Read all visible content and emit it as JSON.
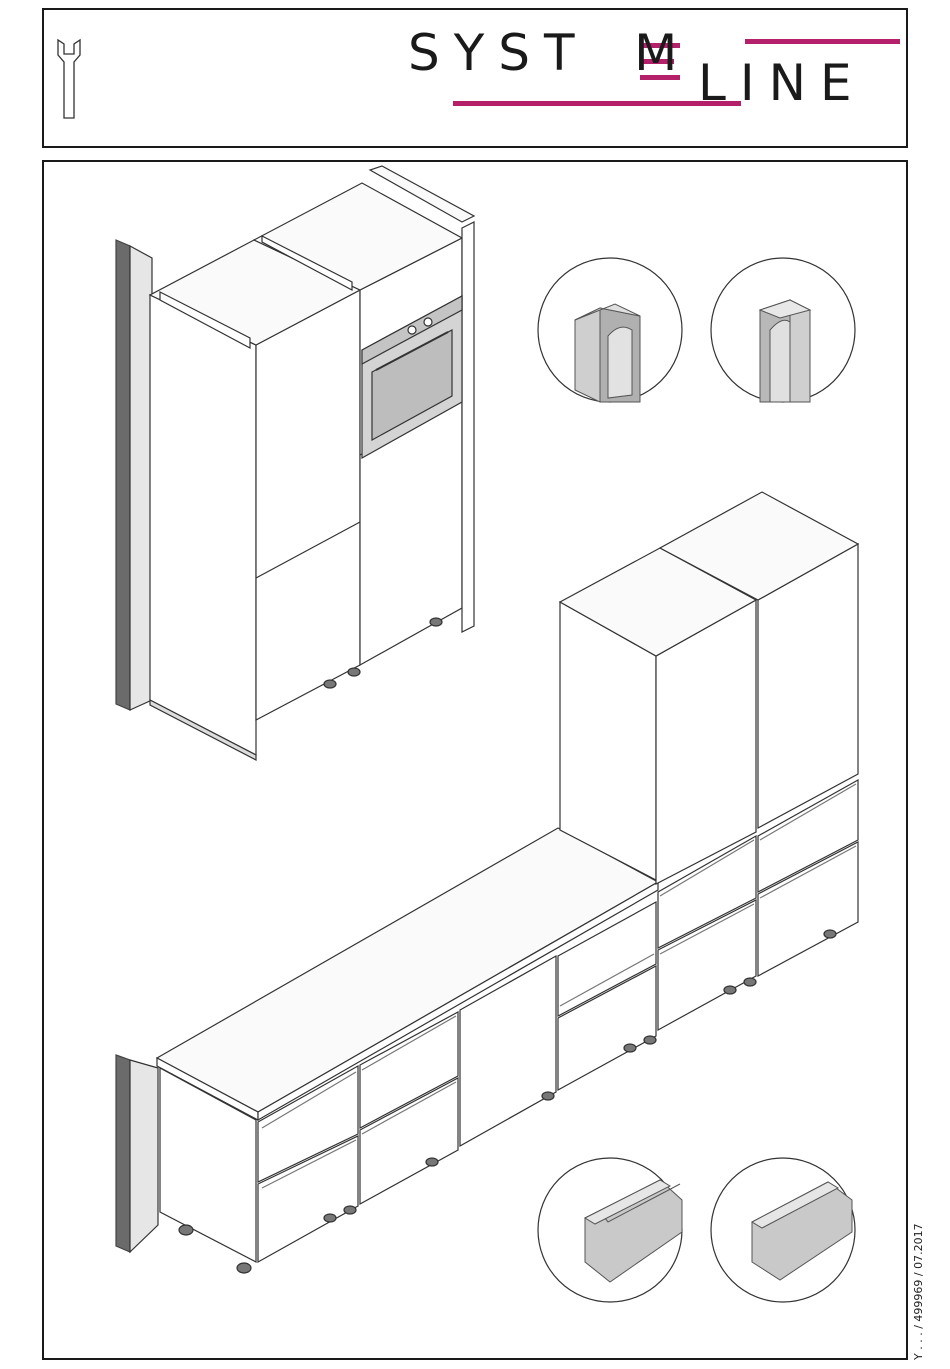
{
  "header": {
    "tool_icon": "wrench-icon",
    "logo": {
      "part1": "SYST",
      "part1_e": "E",
      "part1_m": "M",
      "part2": "LINE",
      "accent_color": "#b5206b"
    }
  },
  "footer": {
    "code": "Y . . . / 499969 / 07.2017"
  },
  "illustrations": {
    "tall_units": "tall-cabinets-with-oven",
    "kitchen_run": "base-and-tall-kitchen-run",
    "details": [
      "vertical-profile-detail-1",
      "vertical-profile-detail-2",
      "horizontal-profile-detail-1",
      "horizontal-profile-detail-2"
    ]
  }
}
